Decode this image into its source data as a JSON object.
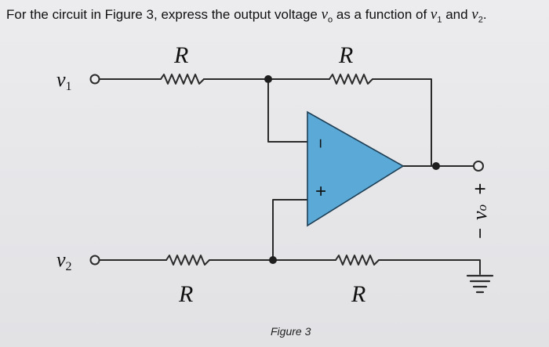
{
  "question": {
    "before": "For the circuit in Figure 3, express the output voltage ",
    "vo_var": "v",
    "vo_sub": "o",
    "middle": " as a function of ",
    "v1_var": "v",
    "v1_sub": "1",
    "and": " and ",
    "v2_var": "v",
    "v2_sub": "2",
    "end": "."
  },
  "diagram": {
    "resistor_label": "R",
    "input_1_var": "v",
    "input_1_sub": "1",
    "input_2_var": "v",
    "input_2_sub": "2",
    "inverting_sign": "−",
    "noninverting_sign": "+",
    "output_plus": "+",
    "output_var": "v",
    "output_sub": "o",
    "output_minus": "−",
    "caption": "Figure 3",
    "opamp_fill": "#5aa9d6",
    "wire_color": "#2a2a2a"
  }
}
